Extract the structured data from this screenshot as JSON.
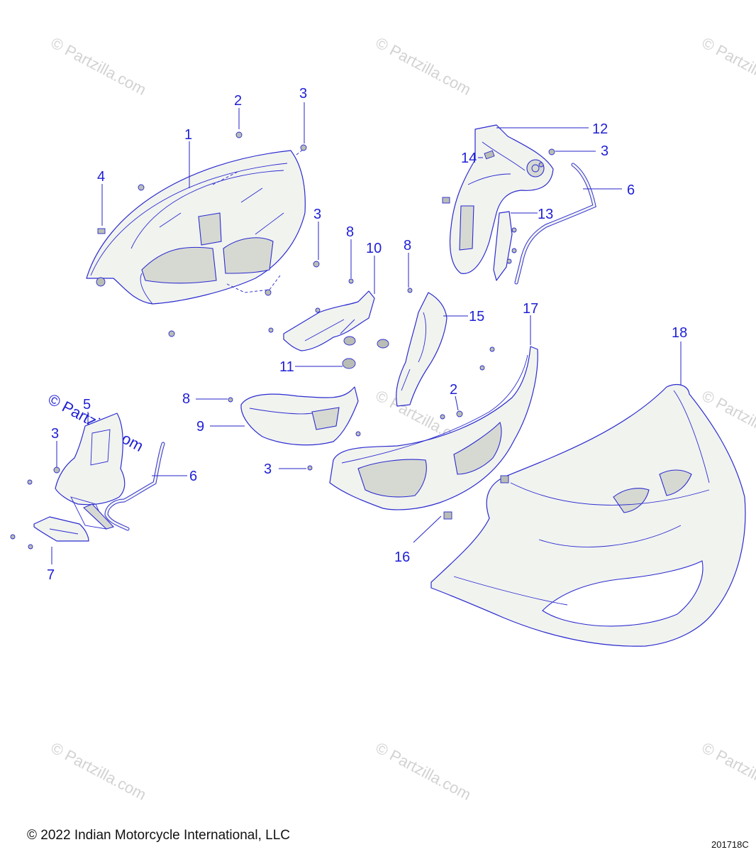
{
  "watermark": "© Partzilla.com",
  "copyright": "© 2022 Indian Motorcycle International, LLC",
  "drawing_id": "201718C",
  "callouts": {
    "c1": "1",
    "c2a": "2",
    "c3a": "3",
    "c4": "4",
    "c3b": "3",
    "c8a": "8",
    "c10": "10",
    "c8b": "8",
    "c15": "15",
    "c17": "17",
    "c11": "11",
    "c12": "12",
    "c3c": "3",
    "c14": "14",
    "c6a": "6",
    "c13": "13",
    "c18": "18",
    "c5": "5",
    "c3d": "3",
    "c6b": "6",
    "c7": "7",
    "c8c": "8",
    "c9": "9",
    "c3e": "3",
    "c2b": "2",
    "c16": "16"
  },
  "colors": {
    "line": "#2b2bd0",
    "text": "#1f1fd6",
    "watermark": "#d2d2d2"
  }
}
